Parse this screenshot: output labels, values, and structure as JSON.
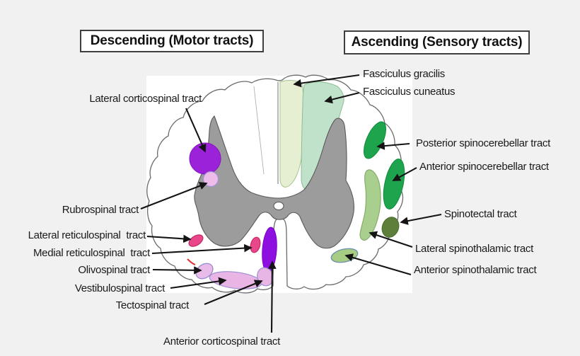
{
  "titles": {
    "descending": "Descending (Motor tracts)",
    "ascending": "Ascending (Sensory tracts)"
  },
  "tract_labels": {
    "lateral_corticospinal": "Lateral corticospinal tract",
    "rubrospinal": "Rubrospinal tract",
    "lateral_reticulospinal": "Lateral reticulospinal  tract",
    "medial_reticulospinal": "Medial reticulospinal  tract",
    "olivospinal": "Olivospinal tract",
    "vestibulospinal": "Vestibulospinal tract",
    "tectospinal": "Tectospinal tract",
    "anterior_corticospinal": "Anterior corticospinal tract",
    "fasciculus_gracilis": "Fasciculus gracilis",
    "fasciculus_cuneatus": "Fasciculus cuneatus",
    "posterior_spinocerebellar": "Posterior spinocerebellar tract",
    "anterior_spinocerebellar": "Anterior spinocerebellar tract",
    "spinotectal": "Spinotectal tract",
    "lateral_spinothalamic": "Lateral spinothalamic tract",
    "anterior_spinothalamic": "Anterior spinothalamic tract"
  },
  "colors": {
    "gray_matter": "#9c9c9c",
    "lateral_corticospinal": "#9b22d8",
    "rubrospinal": "#eebce8",
    "lateral_reticulospinal": "#e8478a",
    "medial_reticulospinal": "#e8478a",
    "olivospinal": "#e9bbe9",
    "vestibulospinal": "#e9b5e5",
    "tectospinal": "#e9b5e5",
    "anterior_corticospinal": "#8d10e0",
    "fasciculus_gracilis": "#e7efd3",
    "fasciculus_cuneatus": "#c0e2ca",
    "posterior_spinocerebellar": "#1ea44c",
    "anterior_spinocerebellar": "#1ea44c",
    "spinotectal": "#5d7f3a",
    "lateral_spinothalamic": "#a9cf8e",
    "anterior_spinothalamic": "#a7cd84"
  }
}
